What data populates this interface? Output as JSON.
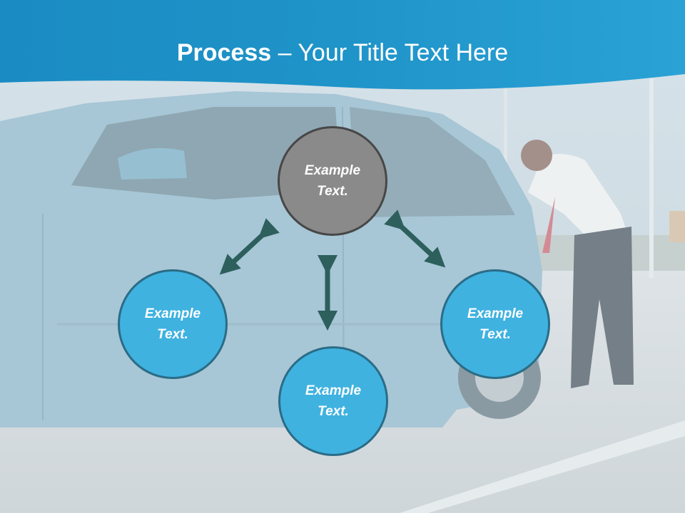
{
  "title": {
    "bold": "Process",
    "rest": " – Your Title Text Here"
  },
  "nodes": {
    "center": "Example\nText.",
    "left": "Example\nText.",
    "bottom": "Example\nText.",
    "right": "Example\nText."
  },
  "colors": {
    "header": "#1a8fc4",
    "node_fill": "#3fb2e0",
    "node_border": "#2b6c86",
    "center_fill": "#8a8a8a",
    "center_border": "#474747",
    "arrow": "#2d5f5d"
  }
}
